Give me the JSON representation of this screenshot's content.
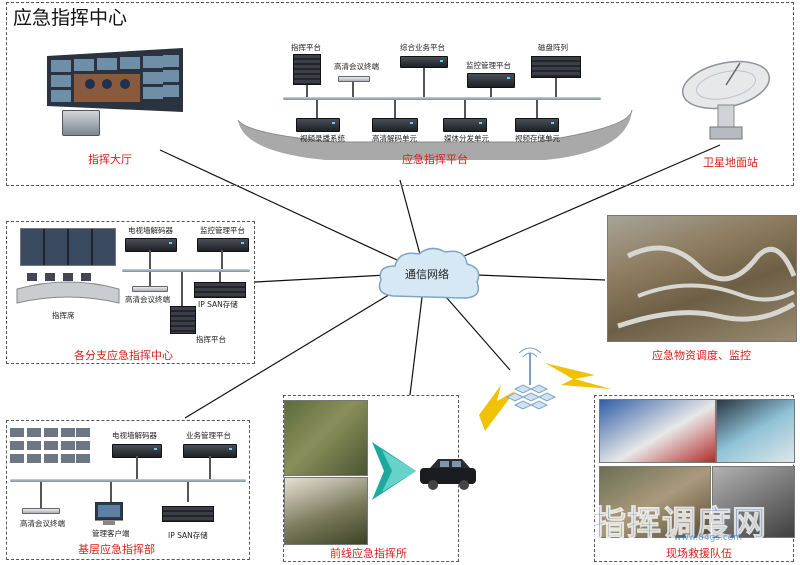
{
  "top_center": {
    "title": "应急指挥中心",
    "hall_label": "指挥大厅",
    "platform_label": "应急指挥平台",
    "satellite_label": "卫星地面站",
    "devices": {
      "cmd_platform": "指挥平台",
      "hd_terminal": "高清会议终端",
      "integrated_platform": "综合业务平台",
      "monitor_platform": "监控管理平台",
      "disk_array": "磁盘阵列",
      "video_recording": "视频录播系统",
      "hd_decoder": "高清解码单元",
      "media_dist": "媒体分发单元",
      "video_storage": "视频存储单元"
    }
  },
  "branch": {
    "label": "各分支应急指挥中心",
    "tv_decoder": "电视墙解码器",
    "monitor_platform": "监控管理平台",
    "hd_terminal": "高清会议终端",
    "ipsan": "IP SAN存储",
    "console": "指挥席",
    "cmd_platform": "指挥平台"
  },
  "base": {
    "label": "基层应急指挥部",
    "tv_decoder": "电视墙解码器",
    "business_platform": "业务管理平台",
    "hd_terminal": "高清会议终端",
    "mgmt_client": "管理客户端",
    "ipsan": "IP SAN存储"
  },
  "network_label": "通信网络",
  "frontline_label": "前线应急指挥所",
  "logistics_label": "应急物资调度、监控",
  "rescue_label": "现场救援队伍",
  "watermark": {
    "main": "指挥调度网",
    "sub": "www.84gs.com"
  },
  "colors": {
    "accent_red": "#d42020",
    "watermark_blue": "#2a7fd0",
    "cloud": "#cfe4f2"
  }
}
